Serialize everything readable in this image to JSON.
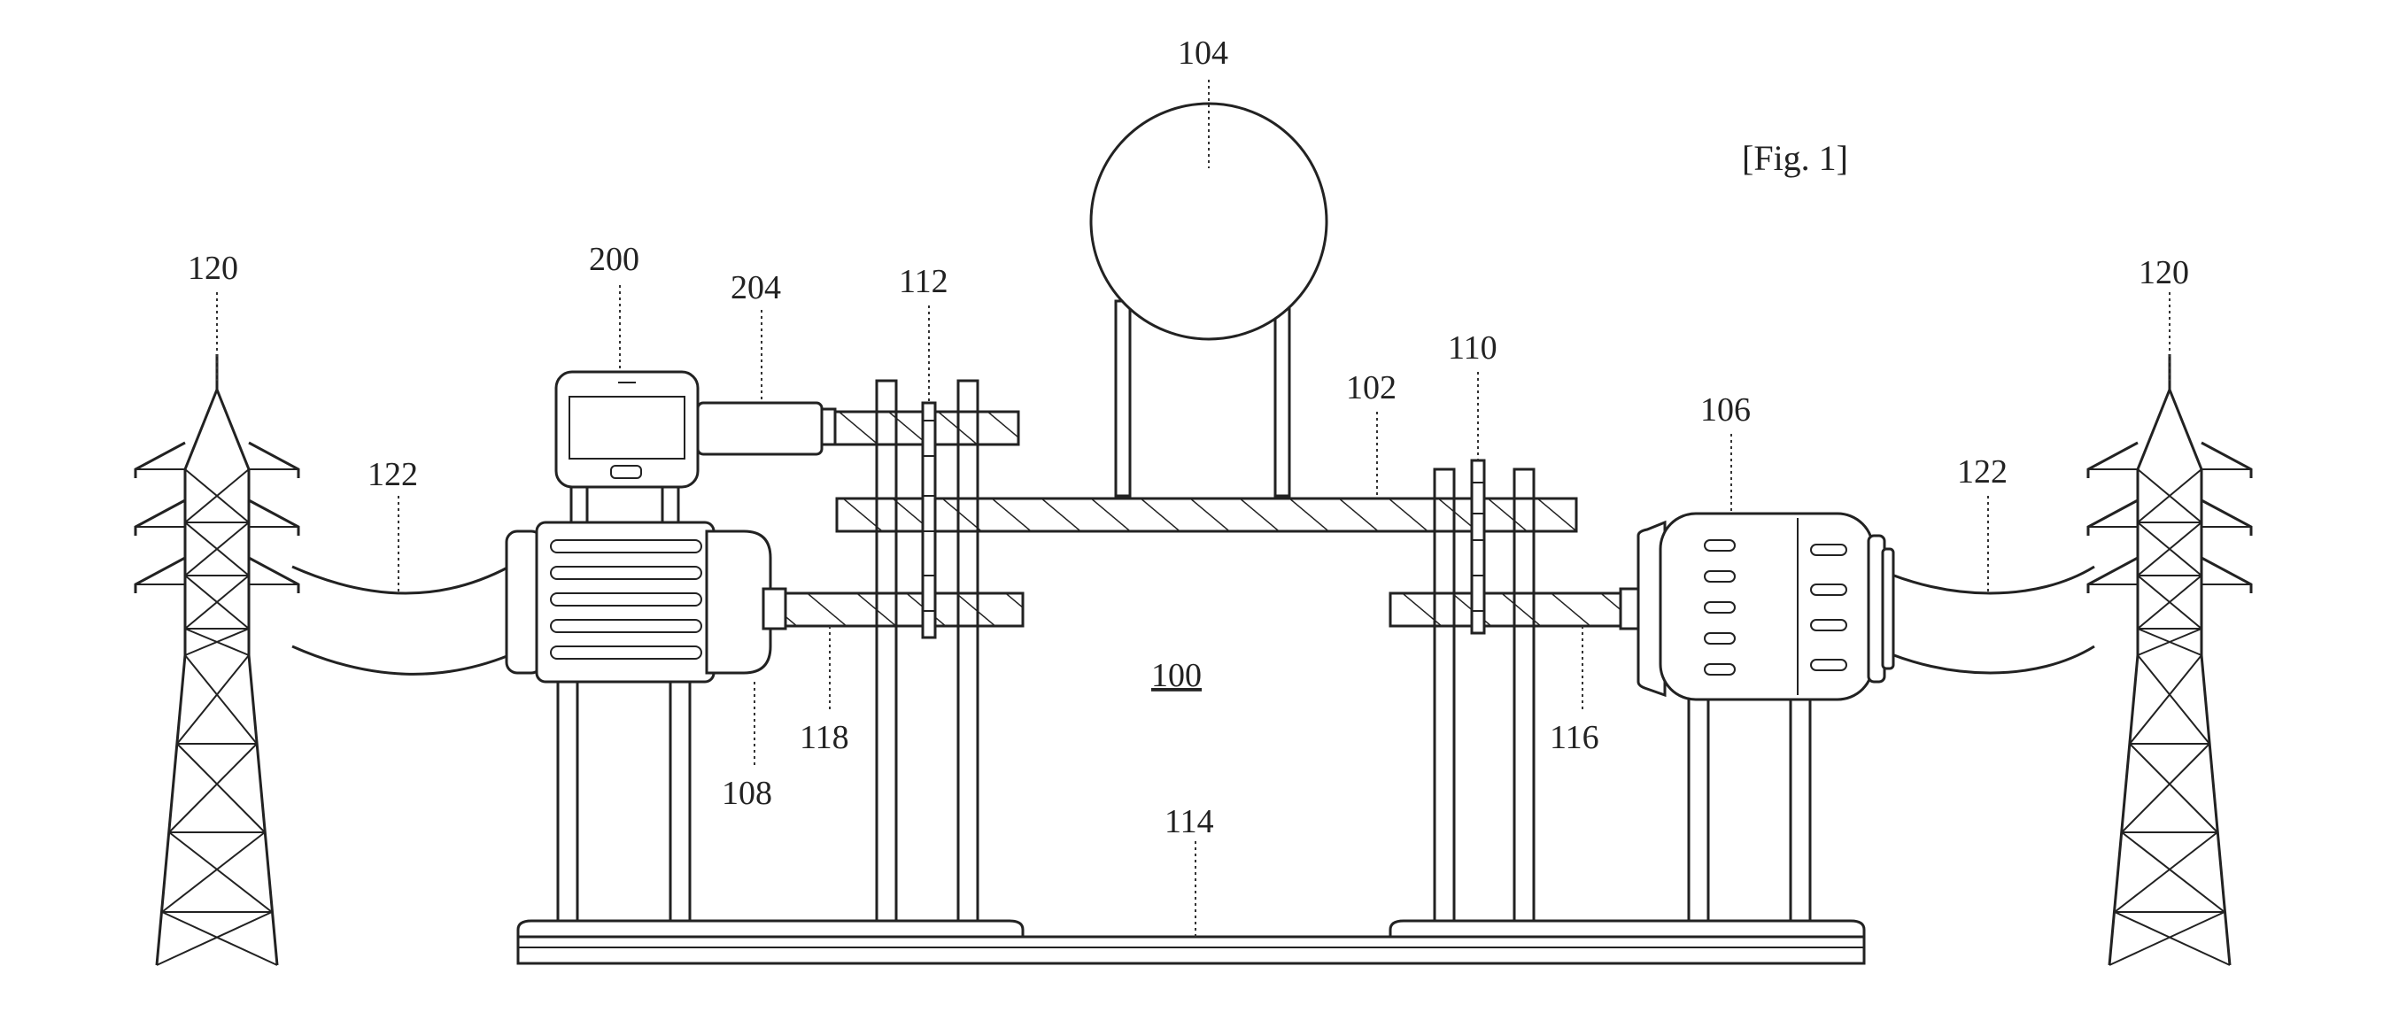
{
  "figure": {
    "title": "[Fig. 1]",
    "labels": {
      "ref_100": "100",
      "ref_102": "102",
      "ref_104": "104",
      "ref_106": "106",
      "ref_108": "108",
      "ref_110": "110",
      "ref_112": "112",
      "ref_114": "114",
      "ref_116": "116",
      "ref_118": "118",
      "ref_120_left": "120",
      "ref_120_right": "120",
      "ref_122_left": "122",
      "ref_122_right": "122",
      "ref_200": "200",
      "ref_204": "204"
    }
  }
}
